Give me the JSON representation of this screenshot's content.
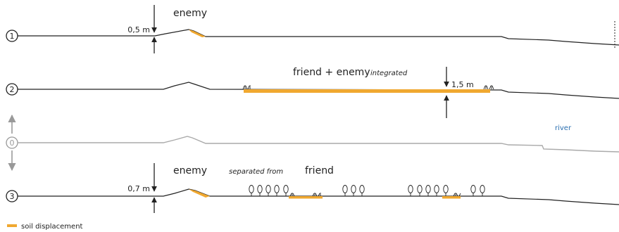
{
  "rows": {
    "row1": {
      "number": "1",
      "label": "enemy",
      "measure": "0,5 m"
    },
    "row2": {
      "number": "2",
      "label": "friend + enemy",
      "label_qualifier": "integrated",
      "measure": "1,5 m"
    },
    "row0": {
      "number": "0",
      "annotation": "river"
    },
    "row3": {
      "number": "3",
      "label_left": "enemy",
      "label_middle": "separated from",
      "label_right": "friend",
      "measure": "0,7 m"
    }
  },
  "legend": {
    "label": "soil displacement"
  },
  "colors": {
    "soil": "#f0a830",
    "line": "#222222",
    "ghost": "#aaaaaa",
    "river_text": "#2a6fb0"
  }
}
